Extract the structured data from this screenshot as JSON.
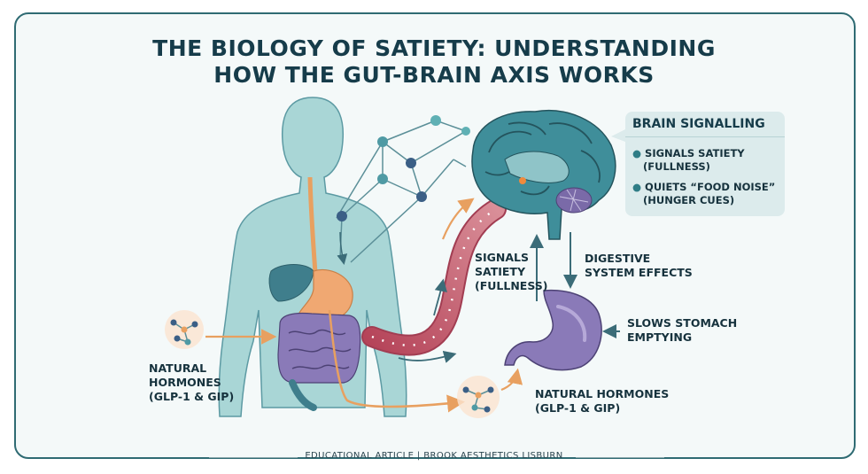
{
  "title_line1": "THE BIOLOGY OF SATIETY: UNDERSTANDING",
  "title_line2": "HOW THE GUT-BRAIN AXIS WORKS",
  "panel": {
    "title": "BRAIN SIGNALLING",
    "items": [
      {
        "line1": "SIGNALS SATIETY",
        "line2": "(FULLNESS)"
      },
      {
        "line1": "QUIETS “FOOD NOISE”",
        "line2": "(HUNGER CUES)"
      }
    ]
  },
  "labels": {
    "hormones_left_1": "NATURAL",
    "hormones_left_2": "HORMONES",
    "hormones_left_3": "(GLP-1 & GIP)",
    "signals_1": "SIGNALS",
    "signals_2": "SATIETY",
    "signals_3": "(FULLNESS)",
    "digestive_1": "DIGESTIVE",
    "digestive_2": "SYSTEM EFFECTS",
    "slows_1": "SLOWS STOMACH",
    "slows_2": "EMPTYING",
    "hormones_right_1": "NATURAL HORMONES",
    "hormones_right_2": "(GLP-1 & GIP)"
  },
  "footer": "EDUCATIONAL ARTICLE | BROOK AESTHETICS LISBURN",
  "colors": {
    "accent": "#2f6b73",
    "arrow_orange": "#e8a060",
    "body_fill": "#a9d6d6",
    "brain": "#3f8e9a",
    "stomach": "#8a7ab8",
    "intestine": "#6c5d9a"
  }
}
